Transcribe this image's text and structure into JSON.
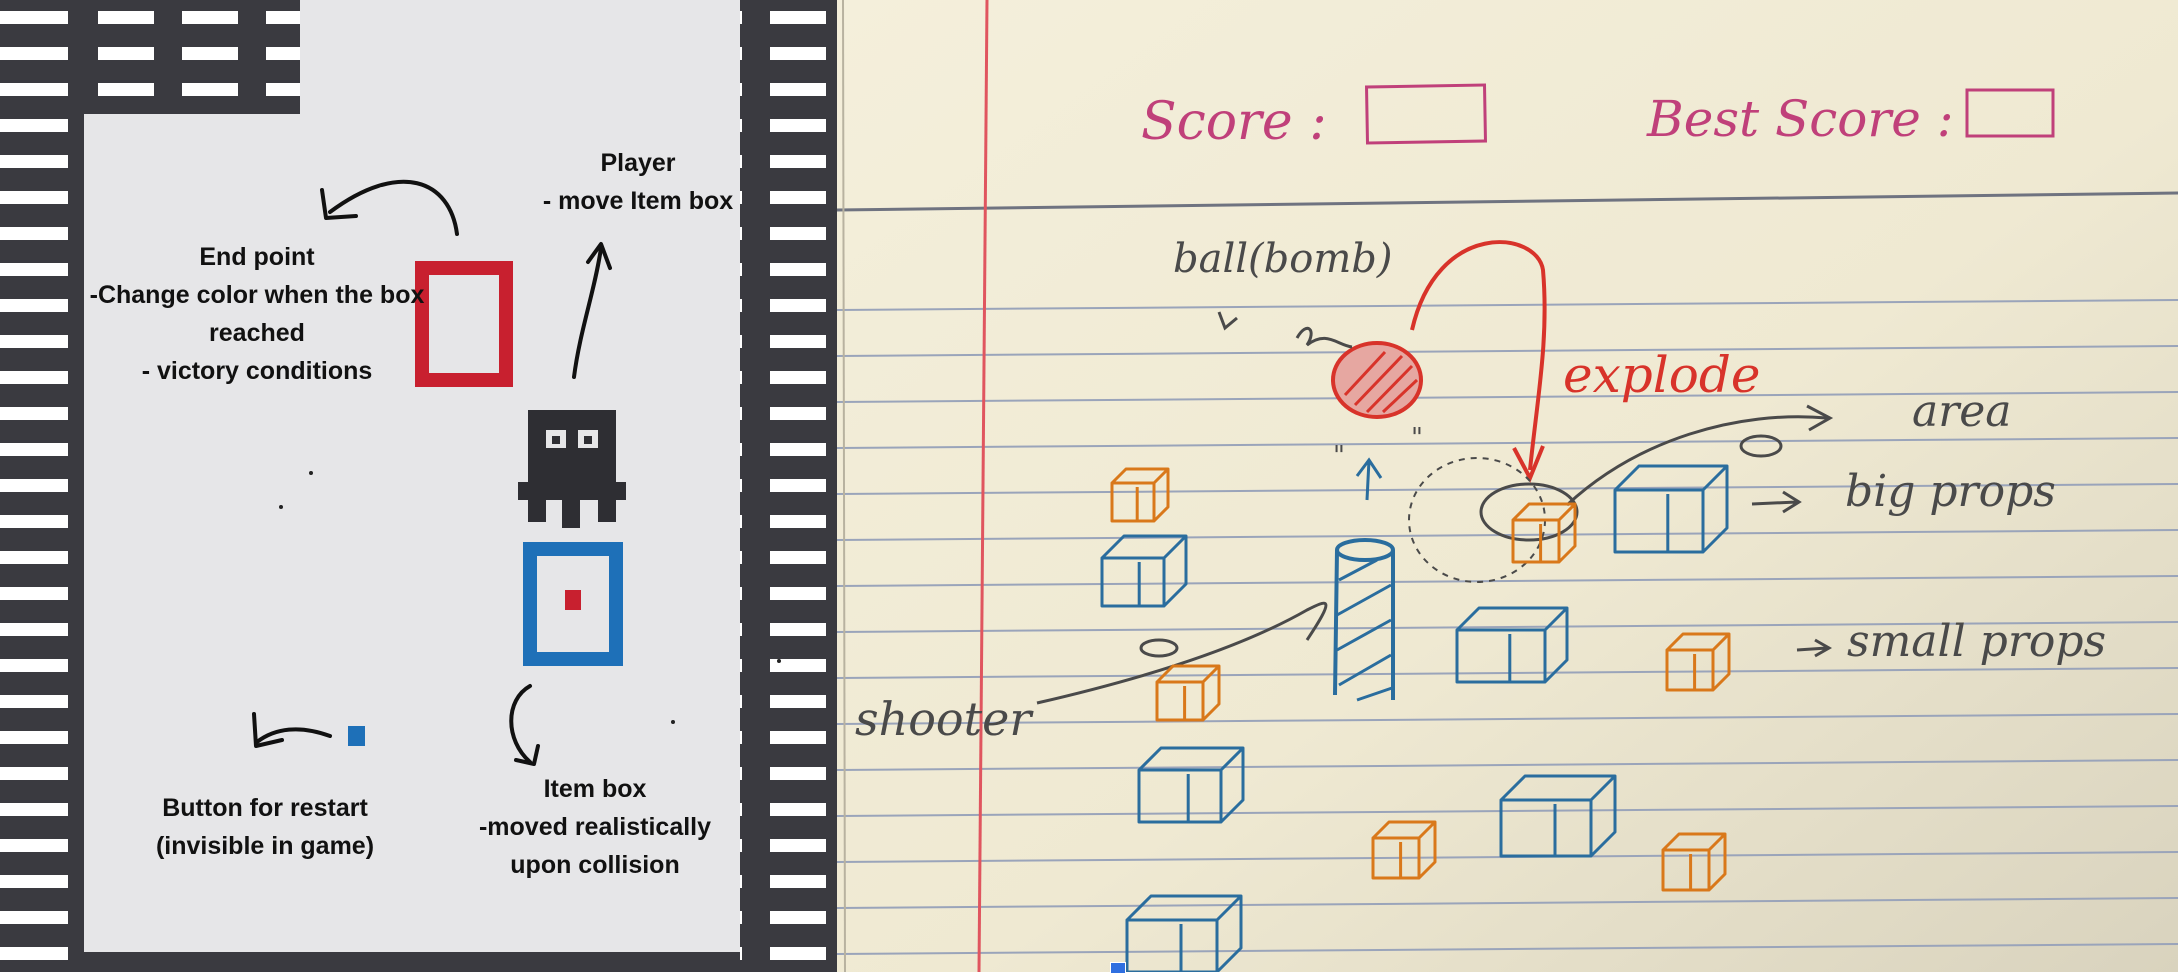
{
  "level_mockup": {
    "annotations": {
      "end_point": [
        "End point",
        "-Change color when the box",
        "reached",
        "- victory conditions"
      ],
      "player": [
        "Player",
        "- move Item box"
      ],
      "restart_button": [
        "Button for restart",
        "(invisible in game)"
      ],
      "item_box": [
        "Item box",
        "-moved realistically",
        "upon collision"
      ]
    },
    "colors": {
      "wall": "#3a3a40",
      "floor": "#e6e6e8",
      "end_point": "#c8202f",
      "item_box": "#1e70b8",
      "restart_button": "#1e70b8",
      "player": "#2e2e33"
    }
  },
  "concept_sketch": {
    "header": {
      "score_label": "Score :",
      "best_score_label": "Best Score :"
    },
    "labels": {
      "ball": "ball(bomb)",
      "explode": "explode",
      "area": "area",
      "big_props": "big props",
      "small_props": "small props",
      "shooter": "shooter"
    },
    "colors": {
      "paper": "#f1ecd6",
      "rule_line": "#9aa4ba",
      "margin_line": "#e0555f",
      "pink_ink": "#c0407a",
      "gray_ink": "#4a4a4a",
      "red_ink": "#d8332a",
      "blue_ink": "#2a6d9e",
      "orange_ink": "#d9781a"
    }
  }
}
